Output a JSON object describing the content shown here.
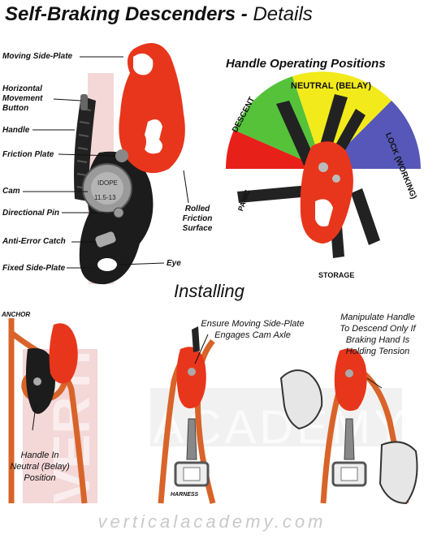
{
  "title": {
    "main": "Self-Braking Descenders - ",
    "sub": "Details"
  },
  "labels": {
    "moving_side_plate": "Moving Side-Plate",
    "horizontal_line1": "Horizontal",
    "horizontal_line2": "Movement",
    "horizontal_line3": "Button",
    "handle": "Handle",
    "friction_plate": "Friction Plate",
    "cam": "Cam",
    "directional_pin": "Directional Pin",
    "anti_error_catch": "Anti-Error Catch",
    "fixed_side_plate": "Fixed Side-Plate",
    "eye": "Eye",
    "rolled_line1": "Rolled",
    "rolled_line2": "Friction",
    "rolled_line3": "Surface"
  },
  "device_marks": {
    "brand": "IDOPE",
    "size": "11.5-13"
  },
  "handle_positions": {
    "title": "Handle Operating Positions",
    "neutral": "NEUTRAL (BELAY)",
    "descent": "DESCENT",
    "lock": "LOCK (WORKING)",
    "panic": "PANIC",
    "storage": "STORAGE",
    "colors": {
      "panic": "#e8201a",
      "descent": "#55c23a",
      "neutral": "#f2ea1a",
      "lock": "#5657b8"
    }
  },
  "installing": {
    "title": "Installing",
    "anchor": "ANCHOR",
    "harness": "HARNESS",
    "note_left": [
      "Handle In",
      "Neutral (Belay)",
      "Position"
    ],
    "note_mid": [
      "Ensure Moving Side-Plate",
      "Engages Cam Axle"
    ],
    "note_right": [
      "Manipulate Handle",
      "To Descend Only If",
      "Braking Hand Is",
      "Holding Tension"
    ]
  },
  "watermark": {
    "left": "VERTICAL",
    "right": "ACADEMY"
  },
  "footer": "verticalacademy.com",
  "colors": {
    "device_red": "#e8361c",
    "device_black": "#1c1c1c",
    "rope_orange": "#d8642a",
    "footer_gray": "#c9c9c9"
  }
}
